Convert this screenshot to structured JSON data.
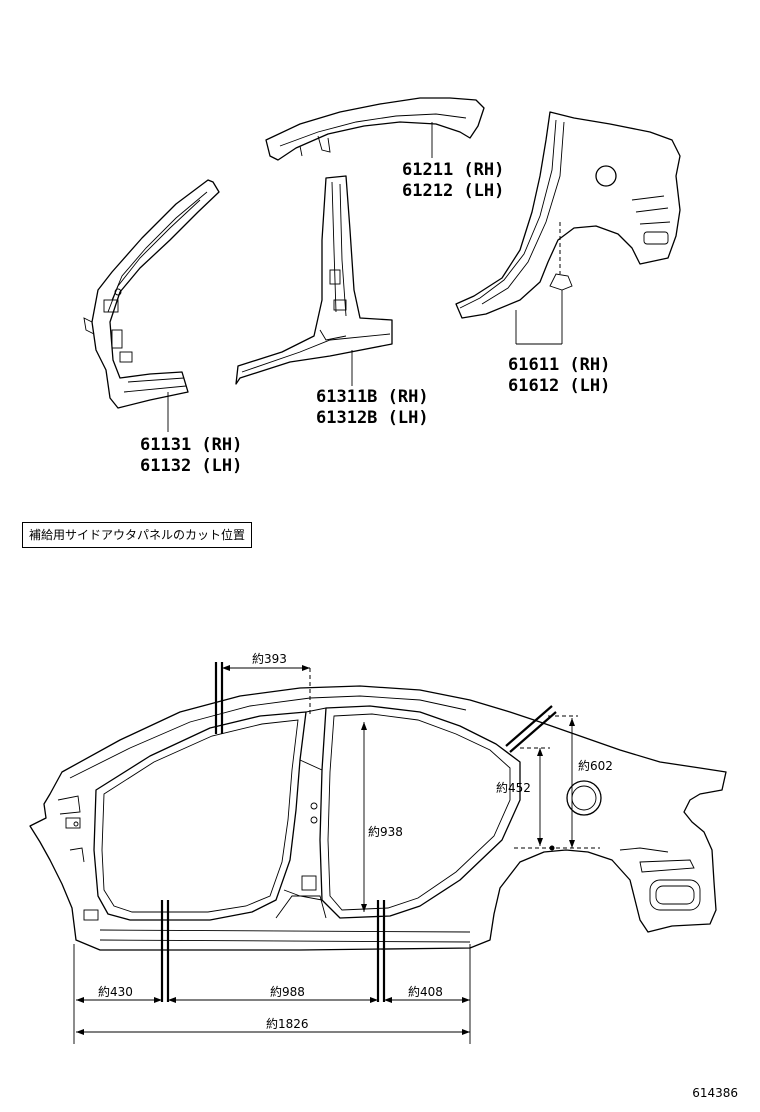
{
  "parts": [
    {
      "id": "a_pillar",
      "numbers": [
        "61131 (RH)",
        "61132 (LH)"
      ]
    },
    {
      "id": "roof_rail",
      "numbers": [
        "61211 (RH)",
        "61212 (LH)"
      ]
    },
    {
      "id": "center_pillar_sill",
      "numbers": [
        "61311B (RH)",
        "61312B (LH)"
      ]
    },
    {
      "id": "quarter_panel",
      "numbers": [
        "61611 (RH)",
        "61612 (LH)"
      ]
    }
  ],
  "caption": "補給用サイドアウタパネルのカット位置",
  "dimensions": {
    "top_front": "約393",
    "pillar_height": "約938",
    "rear_452": "約452",
    "rear_602": "約602",
    "bottom_front": "約430",
    "bottom_middle": "約988",
    "bottom_rear": "約408",
    "overall": "約1826"
  },
  "diagram_code": "614386"
}
